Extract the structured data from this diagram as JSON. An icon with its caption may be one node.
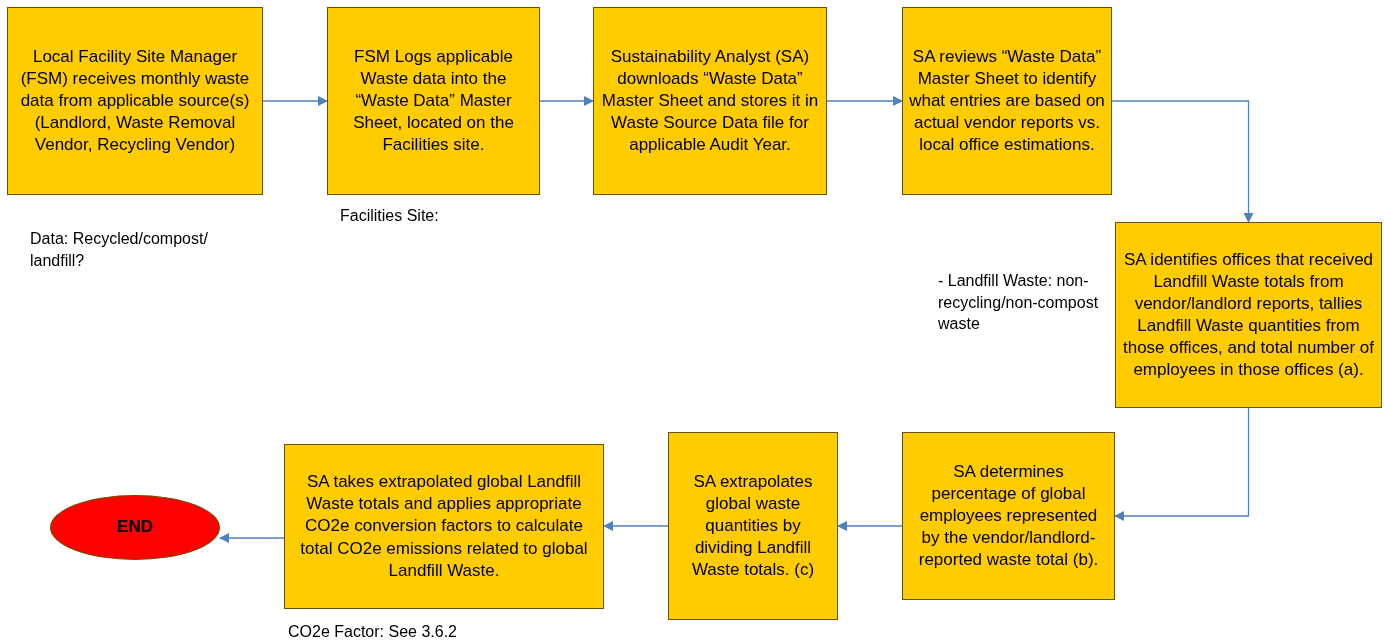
{
  "diagram": {
    "nodes": [
      {
        "text": [
          "Local Facility Site Manager (FSM) receives monthly waste data from applicable source(s) (Landlord, Waste Removal Vendor, Recycling Vendor)"
        ],
        "beside": [
          "Data: Recycled/compost/ landfill?"
        ]
      },
      {
        "text": [
          "FSM Logs applicable Waste data into the “Waste Data” Master Sheet, located on the Facilities site."
        ],
        "beside": [
          "Facilities Site:"
        ]
      },
      {
        "text": [
          "Sustainability Analyst (SA) downloads “Waste Data” Master Sheet and stores it in Waste Source Data file for applicable Audit Year."
        ]
      },
      {
        "text": [
          "SA reviews “Waste Data” Master Sheet to identify what entries are based on actual vendor reports vs. local office estimations."
        ]
      },
      {
        "text": [
          "SA identifies offices that received Landfill Waste totals from vendor/landlord reports, tallies Landfill Waste quantities from those offices, and total number of employees in those offices (a)."
        ]
      },
      {
        "text": [
          "SA determines percentage of global employees represented by the vendor/landlord-reported waste total (b)."
        ]
      },
      {
        "text": [
          "SA extrapolates global waste quantities by dividing Landfill Waste totals. (c)"
        ]
      },
      {
        "text": [
          "SA takes extrapolated global Landfill Waste totals and applies appropriate CO2e conversion factors to calculate total CO2e emissions related to global Landfill Waste."
        ],
        "beside": [
          "CO2e Factor: See 3.6.2"
        ]
      },
      {
        "text": [
          "END"
        ]
      }
    ],
    "edges": [
      {
        "from": 0,
        "to": 1,
        "arrow": "to"
      },
      {
        "from": 1,
        "to": 2,
        "arrow": "to"
      },
      {
        "from": 2,
        "to": 3,
        "arrow": "to"
      },
      {
        "from": 3,
        "to": 4,
        "arrow": "to"
      },
      {
        "from": 4,
        "to": 5,
        "arrow": "to"
      },
      {
        "from": 5,
        "to": 6,
        "arrow": "to"
      },
      {
        "from": 6,
        "to": 7,
        "arrow": "to"
      },
      {
        "from": 7,
        "to": 8,
        "arrow": "to"
      }
    ],
    "labels": [
      "- Landfill Waste: non-recycling/non-compost waste"
    ]
  }
}
